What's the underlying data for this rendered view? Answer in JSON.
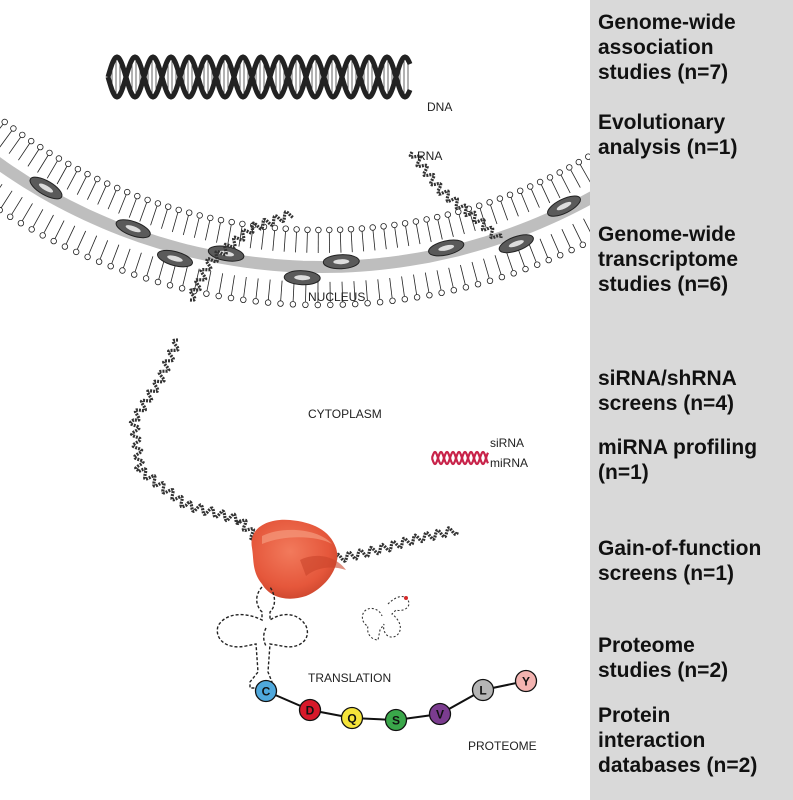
{
  "diagram": {
    "labels": {
      "dna": "DNA",
      "rna": "RNA",
      "nucleus": "NUCLEUS",
      "cytoplasm": "CYTOPLASM",
      "sirna": "siRNA",
      "mirna": "miRNA",
      "translation": "TRANSLATION",
      "proteome": "PROTEOME"
    },
    "amino_acids": [
      {
        "letter": "C",
        "color": "#4fa8dc"
      },
      {
        "letter": "D",
        "color": "#d7192a"
      },
      {
        "letter": "Q",
        "color": "#f5e43a"
      },
      {
        "letter": "S",
        "color": "#3aa74a"
      },
      {
        "letter": "V",
        "color": "#7b3c8f"
      },
      {
        "letter": "L",
        "color": "#b5b5b5"
      },
      {
        "letter": "Y",
        "color": "#f3b3b0"
      }
    ],
    "colors": {
      "ribosome": "#e5573b",
      "small_rna": "#c8234a",
      "helix": "#333333"
    }
  },
  "sidebar": {
    "categories": [
      {
        "text": "Genome-wide\nassociation\nstudies (n=7)"
      },
      {
        "text": "Evolutionary\nanalysis (n=1)"
      },
      {
        "text": "Genome-wide\ntranscriptome\nstudies (n=6)"
      },
      {
        "text": "siRNA/shRNA\nscreens (n=4)"
      },
      {
        "text": "miRNA profiling\n(n=1)"
      },
      {
        "text": "Gain-of-function\nscreens (n=1)"
      },
      {
        "text": "Proteome\nstudies (n=2)"
      },
      {
        "text": "Protein\ninteraction\ndatabases (n=2)"
      }
    ]
  }
}
